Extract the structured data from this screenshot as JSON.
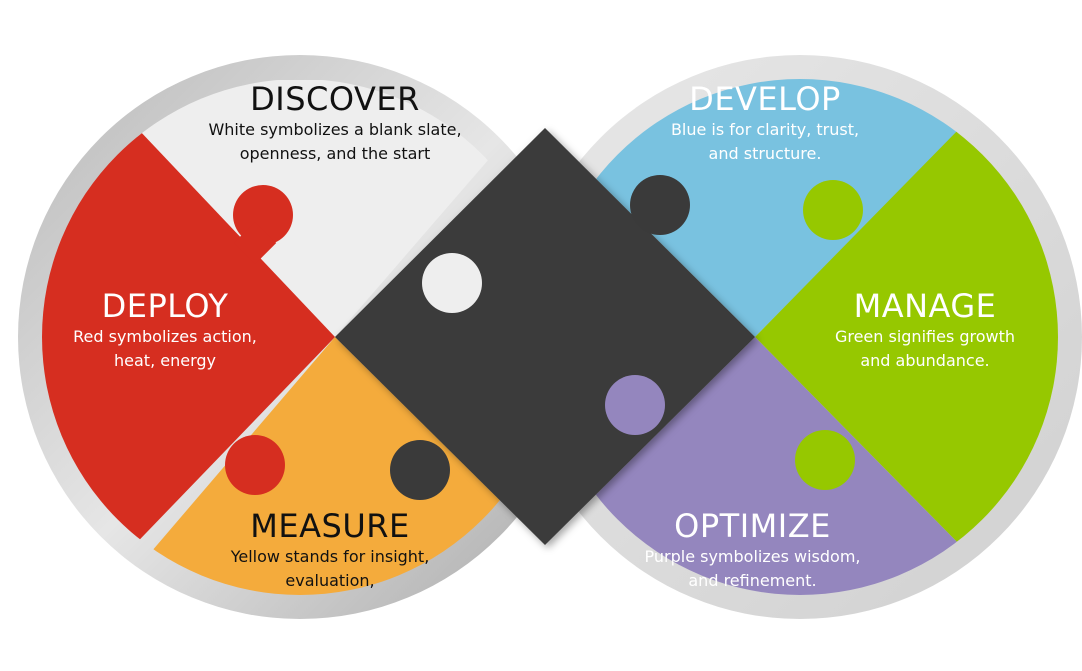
{
  "colors": {
    "white_piece": "#eeeeee",
    "blue_piece": "#79c2e0",
    "green_piece": "#96c800",
    "red_piece": "#d62e20",
    "yellow_piece": "#f4ab3c",
    "purple_piece": "#9486be",
    "center_piece": "#3a3a3a"
  },
  "segments": {
    "discover": {
      "title": "DISCOVER",
      "desc_line1": "White symbolizes a blank slate,",
      "desc_line2": "openness, and the start"
    },
    "develop": {
      "title": "DEVELOP",
      "desc_line1": "Blue is for clarity, trust,",
      "desc_line2": "and structure."
    },
    "deploy": {
      "title": "DEPLOY",
      "desc_line1": "Red symbolizes action,",
      "desc_line2": "heat, energy"
    },
    "manage": {
      "title": "MANAGE",
      "desc_line1": "Green signifies growth",
      "desc_line2": "and abundance."
    },
    "measure": {
      "title": "MEASURE",
      "desc_line1": "Yellow stands for insight,",
      "desc_line2": "evaluation,"
    },
    "optimize": {
      "title": "OPTIMIZE",
      "desc_line1": "Purple symbolizes wisdom,",
      "desc_line2": "and refinement."
    }
  }
}
